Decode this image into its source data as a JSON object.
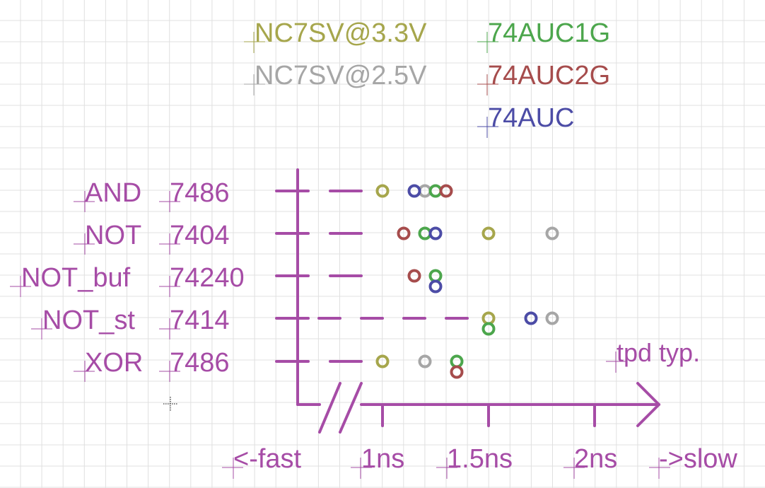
{
  "colors": {
    "axis": "#a64ca6",
    "grid": "#e0e0e0",
    "background": "#ffffff"
  },
  "legend": [
    {
      "label": "NC7SV@3.3V",
      "color": "#a6a64c",
      "column": 0,
      "row": 0
    },
    {
      "label": "NC7SV@2.5V",
      "color": "#a6a6a6",
      "column": 0,
      "row": 1
    },
    {
      "label": "74AUC1G",
      "color": "#4ca64c",
      "column": 1,
      "row": 0
    },
    {
      "label": "74AUC2G",
      "color": "#a64c4c",
      "column": 1,
      "row": 1
    },
    {
      "label": "74AUC",
      "color": "#4c4ca6",
      "column": 1,
      "row": 2
    }
  ],
  "chart_data": {
    "type": "scatter",
    "title": "",
    "xlabel": "tpd typ.",
    "ylabel": "",
    "x_unit": "ns",
    "xlim": [
      0.7,
      2.35
    ],
    "x_axis_break": true,
    "x_ticks": [
      {
        "value": 1.0,
        "label": "1ns"
      },
      {
        "value": 1.5,
        "label": "1.5ns"
      },
      {
        "value": 2.0,
        "label": "2ns"
      }
    ],
    "x_end_labels": {
      "left": "<-fast",
      "right": "->slow"
    },
    "categories": [
      {
        "gate": "AND",
        "part": "7486"
      },
      {
        "gate": "NOT",
        "part": "7404"
      },
      {
        "gate": "NOT_buf",
        "part": "74240"
      },
      {
        "gate": "NOT_st",
        "part": "7414"
      },
      {
        "gate": "XOR",
        "part": "7486"
      }
    ],
    "series": [
      {
        "name": "NC7SV@3.3V",
        "color": "#a6a64c",
        "values": [
          1.0,
          1.5,
          null,
          1.5,
          1.0
        ]
      },
      {
        "name": "NC7SV@2.5V",
        "color": "#a6a6a6",
        "values": [
          1.2,
          1.8,
          null,
          1.8,
          1.2
        ]
      },
      {
        "name": "74AUC1G",
        "color": "#4ca64c",
        "values": [
          1.25,
          1.2,
          1.25,
          1.5,
          1.35
        ]
      },
      {
        "name": "74AUC2G",
        "color": "#a64c4c",
        "values": [
          1.3,
          1.1,
          1.15,
          null,
          1.35
        ]
      },
      {
        "name": "74AUC",
        "color": "#4c4ca6",
        "values": [
          1.15,
          1.25,
          1.25,
          1.7,
          null
        ]
      }
    ],
    "grid": true,
    "legend_position": "top"
  }
}
